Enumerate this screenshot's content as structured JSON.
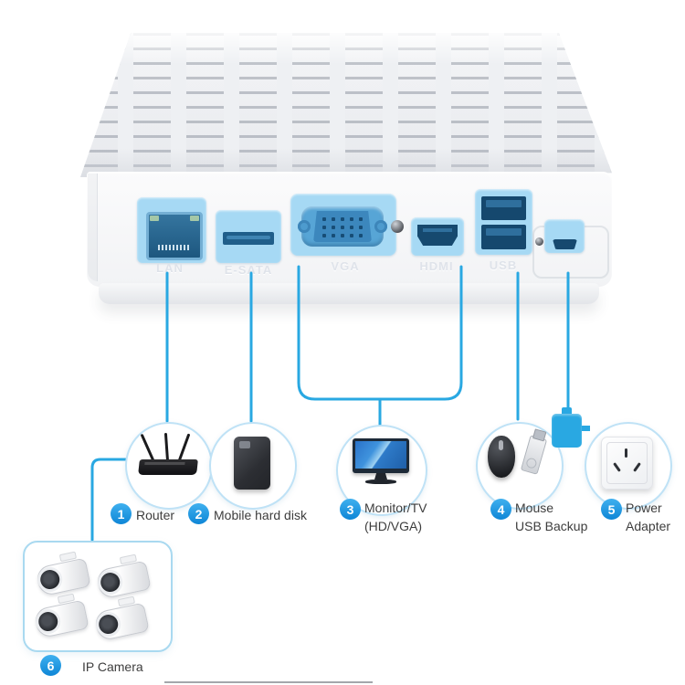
{
  "colors": {
    "accent": "#29a8e2",
    "panel": "#a6d9f4",
    "port-dark": "#1c5a86",
    "badge": "#1e9be4",
    "text": "#3d3d3d"
  },
  "device": {
    "ports": [
      {
        "id": "lan",
        "label": "LAN"
      },
      {
        "id": "esata",
        "label": "E-SATA"
      },
      {
        "id": "vga",
        "label": "VGA"
      },
      {
        "id": "hdmi",
        "label": "HDMI"
      },
      {
        "id": "usb",
        "label": "USB"
      },
      {
        "id": "power",
        "label": ""
      }
    ]
  },
  "legend": {
    "items": [
      {
        "number": "1",
        "label": "Router"
      },
      {
        "number": "2",
        "label": "Mobile hard disk"
      },
      {
        "number": "3",
        "label": "Monitor/TV\n(HD/VGA)"
      },
      {
        "number": "4",
        "label": "Mouse\nUSB Backup"
      },
      {
        "number": "5",
        "label": "Power\nAdapter"
      },
      {
        "number": "6",
        "label": "IP Camera"
      }
    ]
  }
}
